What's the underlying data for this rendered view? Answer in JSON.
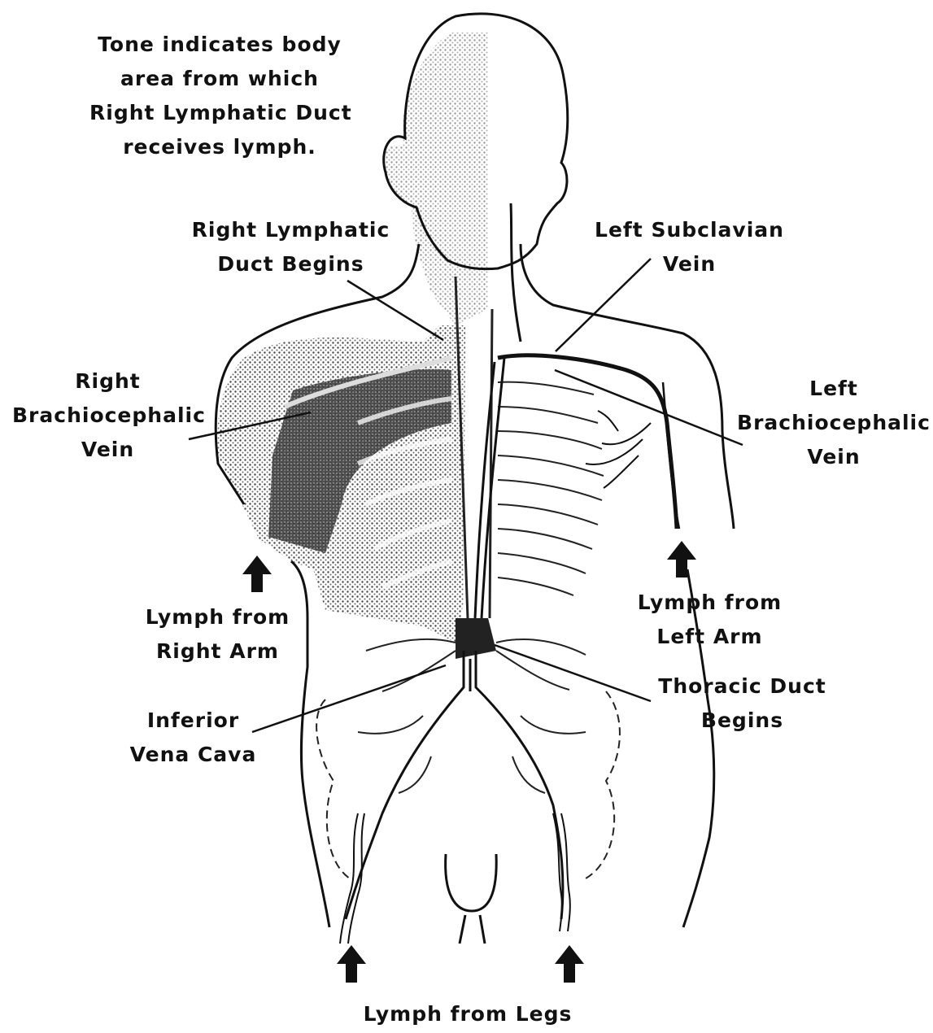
{
  "note": {
    "lines": [
      "Tone indicates body",
      "area from which",
      "Right Lymphatic Duct",
      "receives lymph."
    ]
  },
  "labels": {
    "right_lymphatic_duct_begins": [
      "Right Lymphatic",
      "Duct Begins"
    ],
    "left_subclavian_vein": [
      "Left Subclavian",
      "Vein"
    ],
    "right_brachiocephalic_vein": [
      "Right",
      "Brachiocephalic",
      "Vein"
    ],
    "left_brachiocephalic_vein": [
      "Left",
      "Brachiocephalic",
      "Vein"
    ],
    "lymph_from_right_arm": [
      "Lymph from",
      "Right Arm"
    ],
    "lymph_from_left_arm": [
      "Lymph from",
      "Left Arm"
    ],
    "inferior_vena_cava": [
      "Inferior",
      "Vena Cava"
    ],
    "thoracic_duct_begins": [
      "Thoracic Duct",
      "Begins"
    ],
    "lymph_from_legs": [
      "Lymph from Legs"
    ]
  },
  "colors": {
    "ink": "#111111",
    "tone": "#555555",
    "background": "#ffffff"
  },
  "icons": [
    "up-arrow-icon"
  ]
}
